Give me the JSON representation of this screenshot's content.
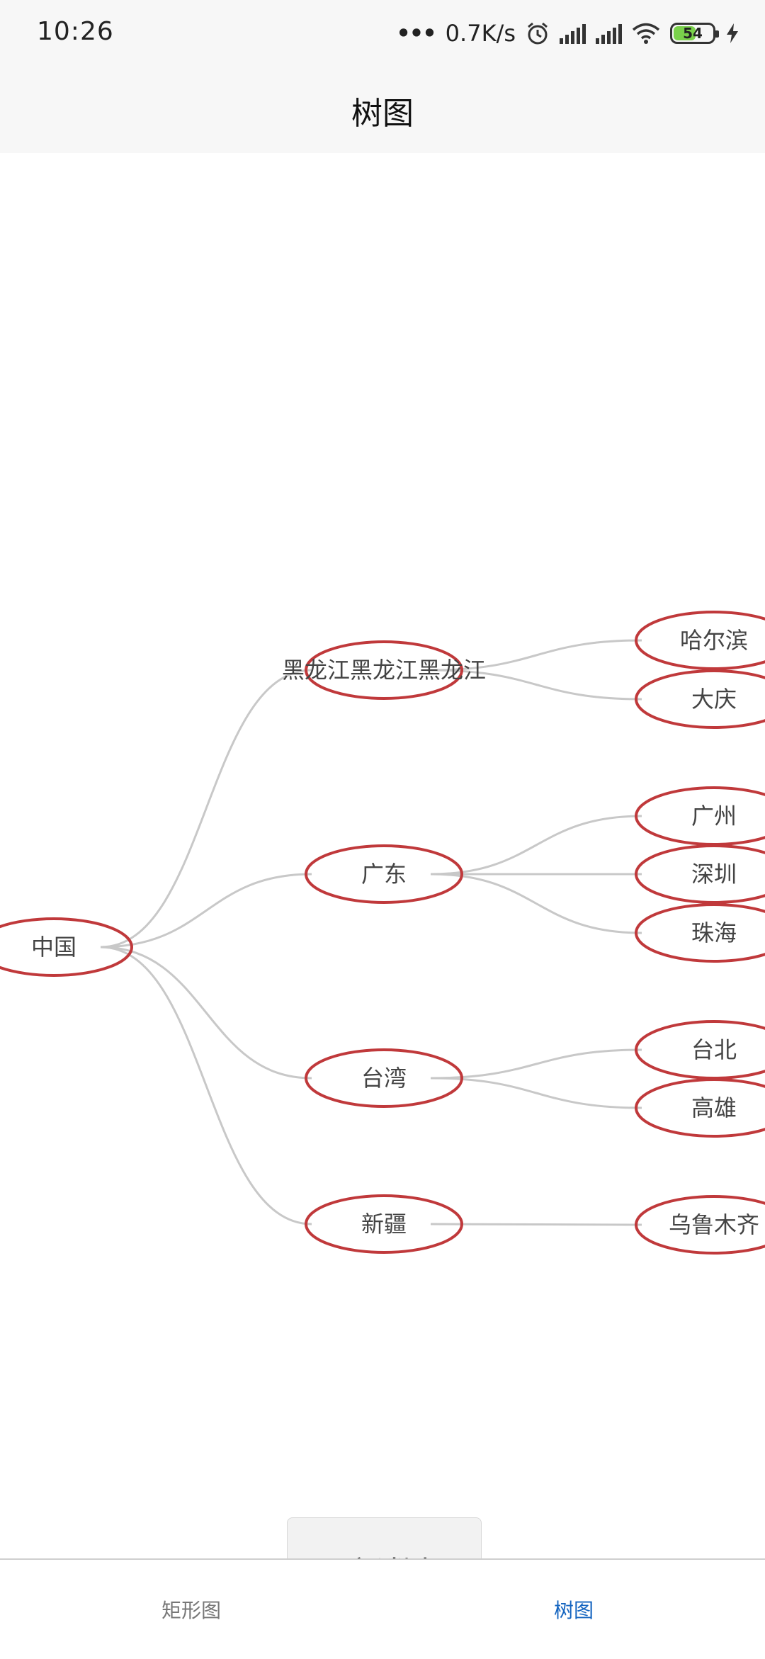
{
  "status": {
    "time": "10:26",
    "network_speed": "0.7K/s",
    "battery": "54"
  },
  "appbar": {
    "title": "树图"
  },
  "tree": {
    "colors": {
      "node_border": "#c0393b",
      "edge": "#c8c8c8",
      "text": "#444444"
    },
    "root": {
      "id": "china",
      "label": "中国"
    },
    "level1": [
      {
        "id": "heilongjiang",
        "label": "黑龙江黑龙江黑龙江"
      },
      {
        "id": "guangdong",
        "label": "广东"
      },
      {
        "id": "taiwan",
        "label": "台湾"
      },
      {
        "id": "xinjiang",
        "label": "新疆"
      }
    ],
    "level2": [
      {
        "id": "harbin",
        "label": "哈尔滨",
        "parent": "heilongjiang"
      },
      {
        "id": "daqing",
        "label": "大庆",
        "parent": "heilongjiang"
      },
      {
        "id": "guangzhou",
        "label": "广州",
        "parent": "guangdong"
      },
      {
        "id": "shenzhen",
        "label": "深圳",
        "parent": "guangdong"
      },
      {
        "id": "zhuhai",
        "label": "珠海",
        "parent": "guangdong"
      },
      {
        "id": "taipei",
        "label": "台北",
        "parent": "taiwan"
      },
      {
        "id": "kaohsiung",
        "label": "高雄",
        "parent": "taiwan"
      },
      {
        "id": "urumqi",
        "label": "乌鲁木齐",
        "parent": "xinjiang"
      }
    ]
  },
  "update_button": {
    "label": "更新数据"
  },
  "tabs": [
    {
      "label": "矩形图",
      "active": false
    },
    {
      "label": "树图",
      "active": true
    }
  ]
}
